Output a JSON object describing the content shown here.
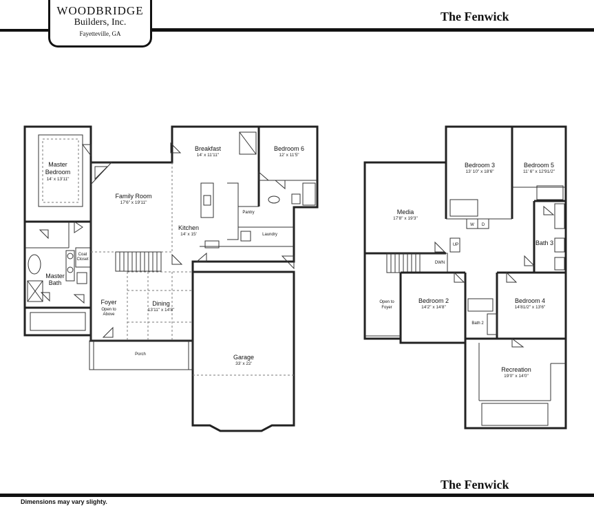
{
  "header": {
    "company_line1": "WOODBRIDGE",
    "company_line2": "Builders, Inc.",
    "company_line3": "Fayetteville, GA",
    "plan_name_top": "The Fenwick",
    "plan_name_bottom": "The Fenwick"
  },
  "footer": {
    "note": "Dimensions may vary slighty."
  },
  "first_floor": {
    "master_bedroom": {
      "name_1": "Master",
      "name_2": "Bedroom",
      "size": "14' x 13'11\""
    },
    "master_bath": {
      "name_1": "Master",
      "name_2": "Bath"
    },
    "coat_closet": {
      "name_1": "Coat",
      "name_2": "Closet"
    },
    "family_room": {
      "name": "Family Room",
      "size": "17'6\" x 19'11\""
    },
    "breakfast": {
      "name": "Breakfast",
      "size": "14' x 11'11\""
    },
    "bedroom6": {
      "name": "Bedroom 6",
      "size": "12' x 11'5\""
    },
    "kitchen": {
      "name": "Kitchen",
      "size": "14' x 15'"
    },
    "pantry": {
      "name": "Pantry"
    },
    "laundry": {
      "name": "Laundry"
    },
    "foyer": {
      "name": "Foyer",
      "sub_1": "Open to",
      "sub_2": "Above"
    },
    "dining": {
      "name": "Dining",
      "size": "13'11\" x 14'8\""
    },
    "porch": {
      "name": "Porch"
    },
    "garage": {
      "name": "Garage",
      "size": "33' x 22'"
    }
  },
  "second_floor": {
    "media": {
      "name": "Media",
      "size": "17'8\" x 19'3\""
    },
    "bedroom3": {
      "name": "Bedroom 3",
      "size": "13' 10\" x 18'6\""
    },
    "bedroom5": {
      "name": "Bedroom 5",
      "size": "11' 6\" x 12'91/2\""
    },
    "bath3": {
      "name": "Bath 3"
    },
    "up": "UP",
    "down": "DWN",
    "open_to_foyer": {
      "line1": "Open to",
      "line2": "Foyer"
    },
    "bedroom2": {
      "name": "Bedroom 2",
      "size": "14'2\" x 14'8\""
    },
    "bedroom4": {
      "name": "Bedroom 4",
      "size": "14'81/2\" x 13'6\""
    },
    "bath2": {
      "name": "Bath 2"
    },
    "recreation": {
      "name": "Recreation",
      "size": "19'0\" x 14'0\""
    },
    "washer": "W",
    "dryer": "D"
  }
}
